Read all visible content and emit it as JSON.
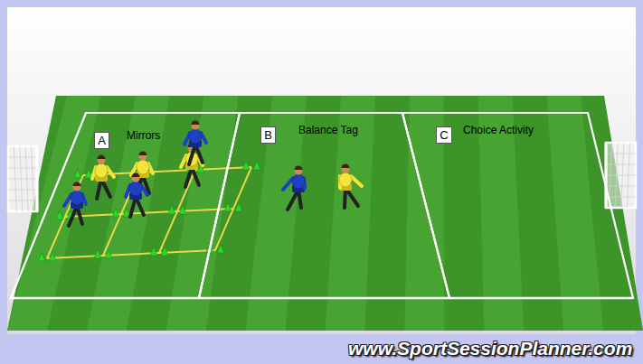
{
  "diagram": {
    "nodes": [
      {
        "text": [
          "Mirrors"
        ]
      },
      {
        "text": [
          "A"
        ],
        "in": 0
      },
      {
        "text": [
          "Balance Tag"
        ]
      },
      {
        "text": [
          "B"
        ],
        "in": 2
      },
      {
        "text": [
          "Choice Activity"
        ]
      },
      {
        "text": [
          "C"
        ],
        "in": 4
      }
    ],
    "labels": [
      "www.SportSessionPlanner.com"
    ]
  }
}
